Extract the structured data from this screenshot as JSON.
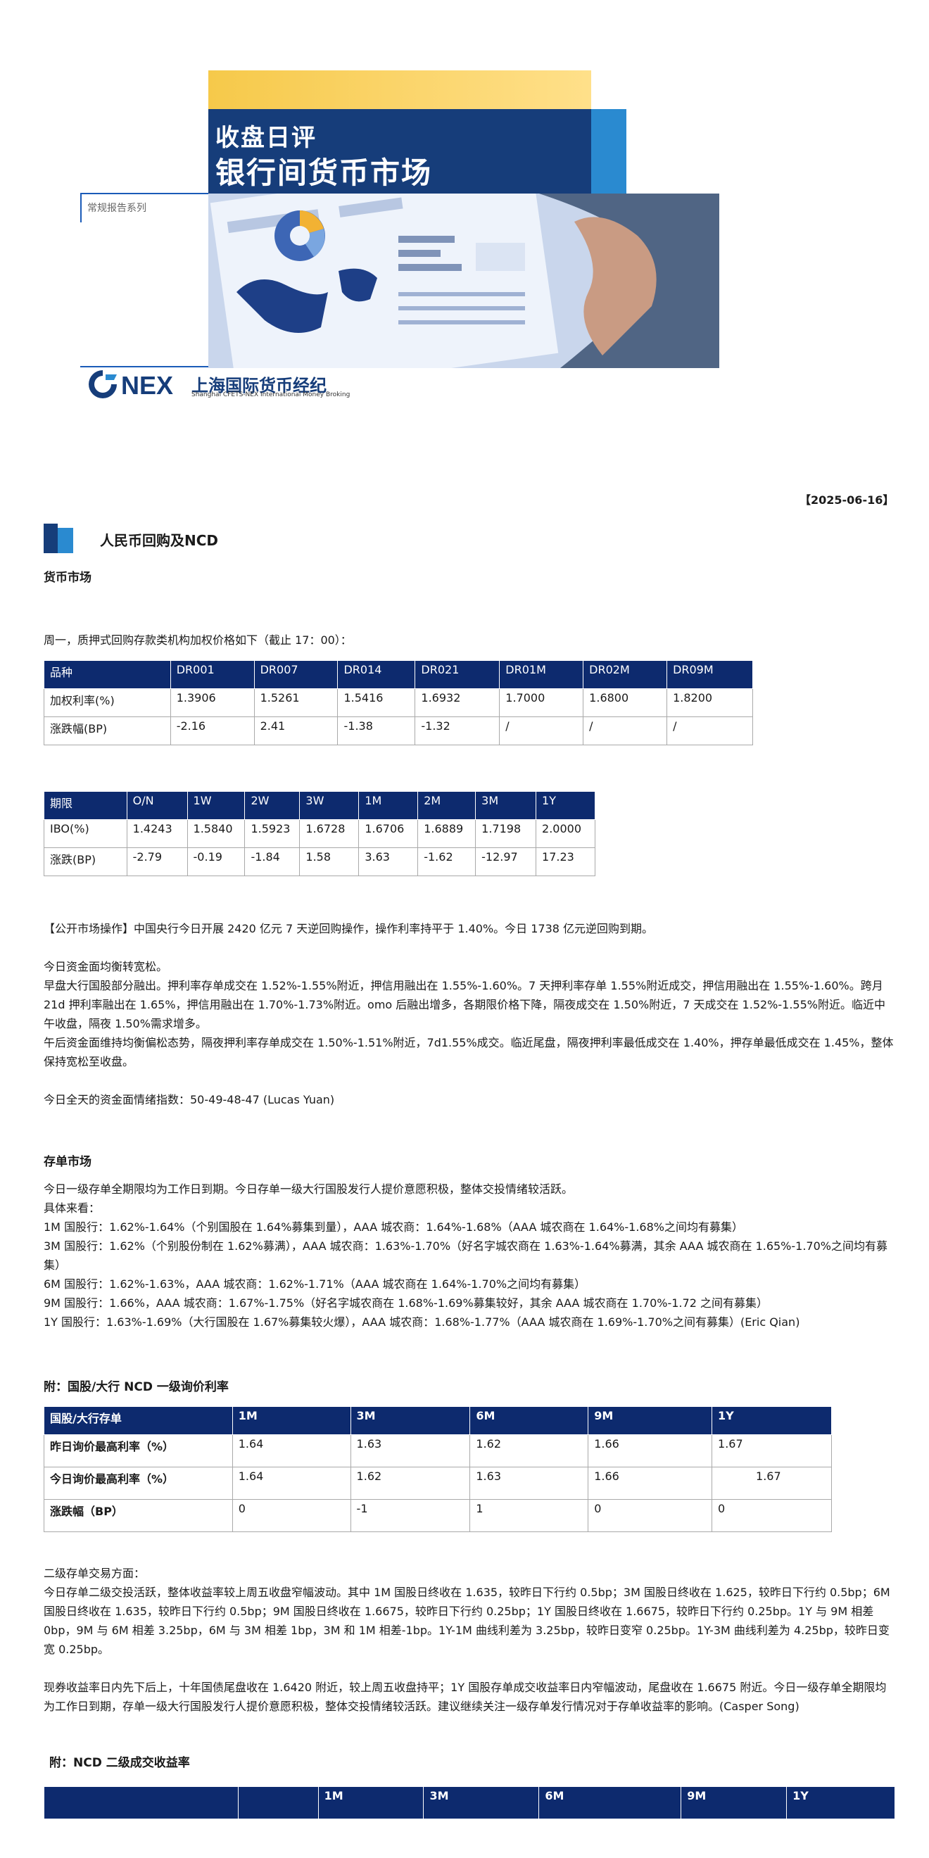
{
  "cover": {
    "title_line1": "收盘日评",
    "title_line2": "银行间货币市场",
    "series": "常规报告系列",
    "logo_text": "上海国际货币经纪",
    "logo_sub": "Shanghai CFETS-NEX International Money Broking",
    "logo_brand": "NEX"
  },
  "report_date": "【2025-06-16】",
  "section_title": "人民币回购及NCD",
  "money_market": {
    "heading": "货币市场",
    "intro": "周一，质押式回购存款类机构加权价格如下（截止 17：00）：",
    "table1": {
      "header": [
        "品种",
        "DR001",
        "DR007",
        "DR014",
        "DR021",
        "DR01M",
        "DR02M",
        "DR09M"
      ],
      "rows": [
        [
          "加权利率(%)",
          "1.3906",
          "1.5261",
          "1.5416",
          "1.6932",
          "1.7000",
          "1.6800",
          "1.8200"
        ],
        [
          "涨跌幅(BP)",
          "-2.16",
          "2.41",
          "-1.38",
          "-1.32",
          "/",
          "/",
          "/"
        ]
      ]
    },
    "table2": {
      "header": [
        "期限",
        "O/N",
        "1W",
        "2W",
        "3W",
        "1M",
        "2M",
        "3M",
        "1Y"
      ],
      "rows": [
        [
          "IBO(%)",
          "1.4243",
          "1.5840",
          "1.5923",
          "1.6728",
          "1.6706",
          "1.6889",
          "1.7198",
          "2.0000"
        ],
        [
          "涨跌(BP)",
          "-2.79",
          "-0.19",
          "-1.84",
          "1.58",
          "3.63",
          "-1.62",
          "-12.97",
          "17.23"
        ]
      ]
    },
    "omo": "【公开市场操作】中国央行今日开展 2420 亿元 7 天逆回购操作，操作利率持平于 1.40%。今日 1738 亿元逆回购到期。",
    "para1": "今日资金面均衡转宽松。",
    "para2": "早盘大行国股部分融出。押利率存单成交在 1.52%-1.55%附近，押信用融出在 1.55%-1.60%。7 天押利率存单 1.55%附近成交，押信用融出在 1.55%-1.60%。跨月 21d 押利率融出在 1.65%，押信用融出在 1.70%-1.73%附近。omo 后融出增多，各期限价格下降，隔夜成交在 1.50%附近，7 天成交在 1.52%-1.55%附近。临近中午收盘，隔夜 1.50%需求增多。",
    "para3": "午后资金面维持均衡偏松态势，隔夜押利率存单成交在 1.50%-1.51%附近，7d1.55%成交。临近尾盘，隔夜押利率最低成交在 1.40%，押存单最低成交在 1.45%，整体保持宽松至收盘。",
    "sentiment": "今日全天的资金面情绪指数：50-49-48-47 (Lucas Yuan)"
  },
  "ncd_market": {
    "heading": "存单市场",
    "intro": "今日一级存单全期限均为工作日到期。今日存单一级大行国股发行人提价意愿积极，整体交投情绪较活跃。",
    "detail_label": "具体来看：",
    "lines": [
      "1M 国股行：1.62%-1.64%（个别国股在 1.64%募集到量），AAA 城农商：1.64%-1.68%（AAA 城农商在 1.64%-1.68%之间均有募集）",
      "3M 国股行：1.62%（个别股份制在 1.62%募满），AAA 城农商：1.63%-1.70%（好名字城农商在 1.63%-1.64%募满，其余 AAA 城农商在 1.65%-1.70%之间均有募集）",
      "6M 国股行：1.62%-1.63%，AAA 城农商：1.62%-1.71%（AAA 城农商在 1.64%-1.70%之间均有募集）",
      "9M 国股行：1.66%，AAA 城农商：1.67%-1.75%（好名字城农商在 1.68%-1.69%募集较好，其余 AAA 城农商在 1.70%-1.72 之间有募集）",
      "1Y 国股行：1.63%-1.69%（大行国股在 1.67%募集较火爆），AAA 城农商：1.68%-1.77%（AAA 城农商在 1.69%-1.70%之间有募集）(Eric Qian)"
    ]
  },
  "appendix1": {
    "heading": "附：国股/大行 NCD 一级询价利率",
    "header": [
      "国股/大行存单",
      "1M",
      "3M",
      "6M",
      "9M",
      "1Y"
    ],
    "rows": [
      [
        "昨日询价最高利率（%）",
        "1.64",
        "1.63",
        "1.62",
        "1.66",
        "1.67"
      ],
      [
        "今日询价最高利率（%）",
        "1.64",
        "1.62",
        "1.63",
        "1.66",
        "1.67"
      ],
      [
        "涨跌幅（BP）",
        "0",
        "-1",
        "1",
        "0",
        "0"
      ]
    ]
  },
  "secondary": {
    "heading": "二级存单交易方面：",
    "para1": "今日存单二级交投活跃，整体收益率较上周五收盘窄幅波动。其中 1M 国股日终收在 1.635，较昨日下行约 0.5bp；3M 国股日终收在 1.625，较昨日下行约 0.5bp；6M 国股日终收在 1.635，较昨日下行约 0.5bp；9M 国股日终收在 1.6675，较昨日下行约 0.25bp；1Y 国股日终收在 1.6675，较昨日下行约 0.25bp。1Y 与 9M 相差 0bp，9M 与 6M 相差 3.25bp，6M 与 3M 相差 1bp，3M 和 1M 相差-1bp。1Y-1M 曲线利差为 3.25bp，较昨日变窄 0.25bp。1Y-3M 曲线利差为 4.25bp，较昨日变宽 0.25bp。",
    "para2": "现券收益率日内先下后上，十年国债尾盘收在 1.6420 附近，较上周五收盘持平；1Y 国股存单成交收益率日内窄幅波动，尾盘收在 1.6675 附近。今日一级存单全期限均为工作日到期，存单一级大行国股发行人提价意愿积极，整体交投情绪较活跃。建议继续关注一级存单发行情况对于存单收益率的影响。(Casper Song)"
  },
  "appendix2": {
    "heading": "附：NCD 二级成交收益率",
    "header": [
      "",
      "",
      "1M",
      "3M",
      "6M",
      "9M",
      "1Y"
    ]
  }
}
